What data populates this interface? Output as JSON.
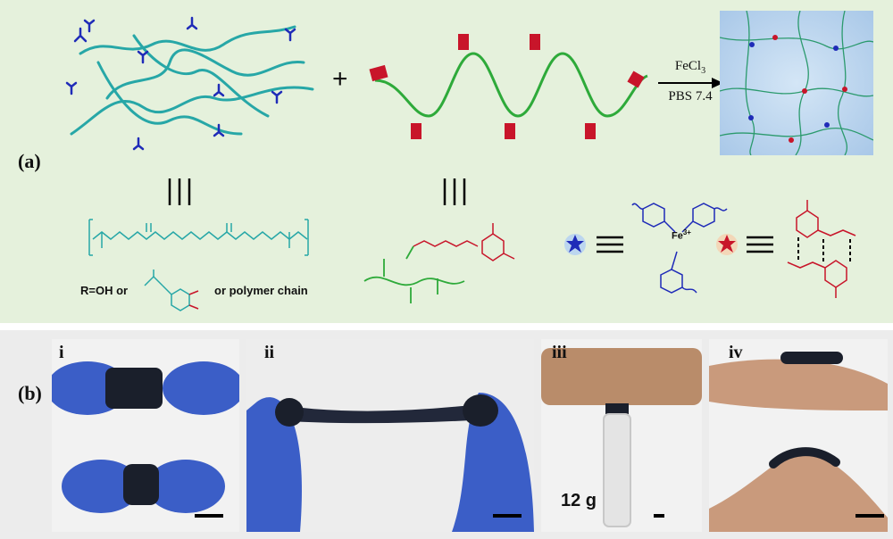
{
  "panel_a": {
    "label": "(a)",
    "plus": "+",
    "condition_reagent": "FeCl",
    "condition_reagent_sub": "3",
    "condition_buffer": "PBS 7.4",
    "r_group_prefix": "R=OH or",
    "r_group_suffix": "or polymer chain",
    "fe_label": "Fe",
    "fe_charge": "3+",
    "colors": {
      "polymer_chain": "#27a7a7",
      "catechol": "#1f2bb8",
      "upy_chain": "#2eaa3a",
      "upy_group": "#c8152a",
      "network_bg": "#bcd6ef",
      "network_chain": "#2b9a6d"
    }
  },
  "panel_b": {
    "label": "(b)",
    "photos": [
      {
        "roman": "i"
      },
      {
        "roman": "ii"
      },
      {
        "roman": "iii",
        "weight": "12 g"
      },
      {
        "roman": "iv"
      }
    ]
  }
}
